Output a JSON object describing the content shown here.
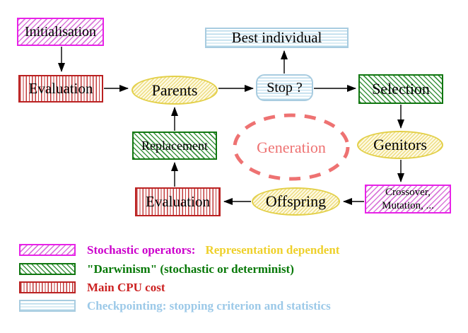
{
  "diagram": {
    "nodes": {
      "initialisation": "Initialisation",
      "evaluation_top": "Evaluation",
      "parents": "Parents",
      "best_individual": "Best individual",
      "stop": "Stop ?",
      "selection": "Selection",
      "genitors": "Genitors",
      "replacement": "Replacement",
      "generation": "Generation",
      "offspring": "Offspring",
      "evaluation_bottom": "Evaluation",
      "crossover_line1": "Crossover,",
      "crossover_line2": "Mutation, ..."
    },
    "edges": [
      {
        "from": "Initialisation",
        "to": "Evaluation (top)"
      },
      {
        "from": "Evaluation (top)",
        "to": "Parents"
      },
      {
        "from": "Parents",
        "to": "Stop ?"
      },
      {
        "from": "Stop ?",
        "to": "Best individual"
      },
      {
        "from": "Stop ?",
        "to": "Selection"
      },
      {
        "from": "Selection",
        "to": "Genitors"
      },
      {
        "from": "Genitors",
        "to": "Crossover, Mutation, ..."
      },
      {
        "from": "Crossover, Mutation, ...",
        "to": "Offspring"
      },
      {
        "from": "Offspring",
        "to": "Evaluation (bottom)"
      },
      {
        "from": "Evaluation (bottom)",
        "to": "Replacement"
      },
      {
        "from": "Replacement",
        "to": "Parents"
      }
    ]
  },
  "legend": {
    "items": [
      {
        "pattern": "magenta-diagonal-hatch",
        "label": "Stochastic operators:",
        "label_extra": "Representation dependent"
      },
      {
        "pattern": "green-diagonal-hatch",
        "label": "\"Darwinism\" (stochastic or determinist)"
      },
      {
        "pattern": "red-vertical-stripes",
        "label": "Main CPU cost"
      },
      {
        "pattern": "cyan-horizontal-stripes",
        "label": "Checkpointing: stopping criterion and statistics"
      }
    ]
  },
  "colors": {
    "magenta_border": "#e822e8",
    "green_border": "#117711",
    "red_border": "#bb2222",
    "cyan_border": "#a8cce0",
    "yellow_border": "#e3d049",
    "salmon_dashed": "#ee7272",
    "legend_magenta_text": "#cc00cc",
    "legend_yellow_text": "#eed02a",
    "legend_green_text": "#077807",
    "legend_red_text": "#cc2222",
    "legend_cyan_text": "#9cc9e8"
  }
}
